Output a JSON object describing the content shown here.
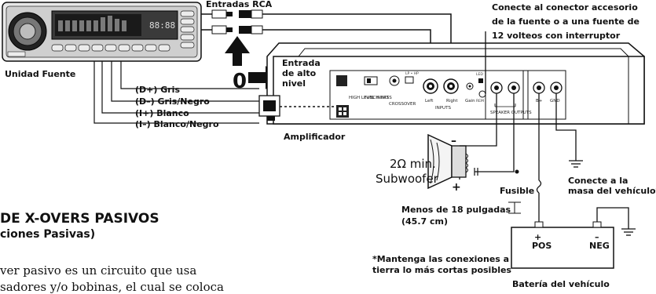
{
  "labels": {
    "head_unit": "Unidad Fuente",
    "rca_inputs": "Entradas RCA",
    "accessory_1": "Conecte al conector accesorio",
    "accessory_2": "de la fuente o a una fuente de",
    "accessory_3": "12 volteos con interruptor",
    "high_level_1": "Entrada",
    "high_level_2": "de alto",
    "high_level_3": "nivel",
    "or_marker": "0",
    "wire_1": "(D+) Gris",
    "wire_2": "(D–) Gris/Negro",
    "wire_3": "(I+) Blanco",
    "wire_4": "(I–) Blanco/Negro",
    "amplifier": "Amplificador",
    "sub_ohms": "2Ω min.",
    "subwoofer": "Subwoofer",
    "minus_sign": "–",
    "plus_sign": "+",
    "ground_1": "Conecte a la",
    "ground_2": "masa del vehículo*",
    "fuse": "Fusible",
    "distance_1": "Menos de 18 pulgadas",
    "distance_2": "(45.7 cm)",
    "note_1": "*Mantenga las conexiones a",
    "note_2": "tierra lo más cortas posibles",
    "battery": "Batería del vehículo",
    "pos": "POS",
    "neg": "NEG"
  },
  "amp_panel": {
    "high_level_input": "HIGH LEVEL INPUT",
    "punch_bass": "PUNCH BASS",
    "crossover": "CROSSOVER",
    "inputs": "INPUTS",
    "left": "Left",
    "right": "Right",
    "gain": "Gain",
    "led": "LED",
    "rem": "REM",
    "speaker_outputs": "SPEAKER OUTPUTS",
    "bplus": "B+",
    "gnd": "GND",
    "lp_hp": "LP • HP"
  },
  "section": {
    "heading": "DE X-OVERS PASIVOS",
    "subheading": "ciones Pasivas)",
    "body_1": "ver pasivo es un circuito que usa",
    "body_2": "sadores y/o bobinas, el cual se coloca"
  }
}
